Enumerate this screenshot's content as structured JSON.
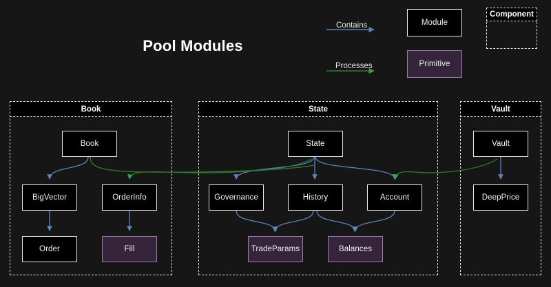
{
  "page": {
    "title": "Pool Modules",
    "background_color": "#161616"
  },
  "legend": {
    "edges": [
      {
        "id": "contains",
        "label": "Contains",
        "color": "#5d83bd"
      },
      {
        "id": "processes",
        "label": "Processes",
        "color": "#2f7d32"
      }
    ],
    "nodes": [
      {
        "id": "module",
        "label": "Module",
        "fill": "#000000",
        "border": "#e9e9e9"
      },
      {
        "id": "primitive",
        "label": "Primitive",
        "fill": "#35243a",
        "border": "#9b7fa8"
      }
    ],
    "component": {
      "label": "Component",
      "border": "#e9e9e9",
      "style": "dashed"
    }
  },
  "clusters": [
    {
      "id": "book",
      "label": "Book"
    },
    {
      "id": "state",
      "label": "State"
    },
    {
      "id": "vault",
      "label": "Vault"
    }
  ],
  "nodes": [
    {
      "id": "book",
      "label": "Book",
      "cluster": "book",
      "kind": "module"
    },
    {
      "id": "bigvector",
      "label": "BigVector",
      "cluster": "book",
      "kind": "module"
    },
    {
      "id": "orderinfo",
      "label": "OrderInfo",
      "cluster": "book",
      "kind": "module"
    },
    {
      "id": "order",
      "label": "Order",
      "cluster": "book",
      "kind": "module"
    },
    {
      "id": "fill",
      "label": "Fill",
      "cluster": "book",
      "kind": "primitive"
    },
    {
      "id": "state",
      "label": "State",
      "cluster": "state",
      "kind": "module"
    },
    {
      "id": "governance",
      "label": "Governance",
      "cluster": "state",
      "kind": "module"
    },
    {
      "id": "history",
      "label": "History",
      "cluster": "state",
      "kind": "module"
    },
    {
      "id": "account",
      "label": "Account",
      "cluster": "state",
      "kind": "module"
    },
    {
      "id": "tradeparams",
      "label": "TradeParams",
      "cluster": "state",
      "kind": "primitive"
    },
    {
      "id": "balances",
      "label": "Balances",
      "cluster": "state",
      "kind": "primitive"
    },
    {
      "id": "vault",
      "label": "Vault",
      "cluster": "vault",
      "kind": "module"
    },
    {
      "id": "deepprice",
      "label": "DeepPrice",
      "cluster": "vault",
      "kind": "module"
    }
  ],
  "edges": [
    {
      "from": "book",
      "to": "bigvector",
      "type": "contains"
    },
    {
      "from": "bigvector",
      "to": "order",
      "type": "contains"
    },
    {
      "from": "orderinfo",
      "to": "fill",
      "type": "contains"
    },
    {
      "from": "state",
      "to": "governance",
      "type": "contains"
    },
    {
      "from": "state",
      "to": "history",
      "type": "contains"
    },
    {
      "from": "state",
      "to": "account",
      "type": "contains"
    },
    {
      "from": "governance",
      "to": "tradeparams",
      "type": "contains"
    },
    {
      "from": "history",
      "to": "tradeparams",
      "type": "contains"
    },
    {
      "from": "history",
      "to": "balances",
      "type": "contains"
    },
    {
      "from": "account",
      "to": "balances",
      "type": "contains"
    },
    {
      "from": "vault",
      "to": "deepprice",
      "type": "contains"
    },
    {
      "from": "state",
      "to": "orderinfo",
      "type": "processes"
    },
    {
      "from": "vault",
      "to": "account",
      "type": "processes"
    },
    {
      "from": "book",
      "to": "orderinfo",
      "type": "processes"
    }
  ]
}
